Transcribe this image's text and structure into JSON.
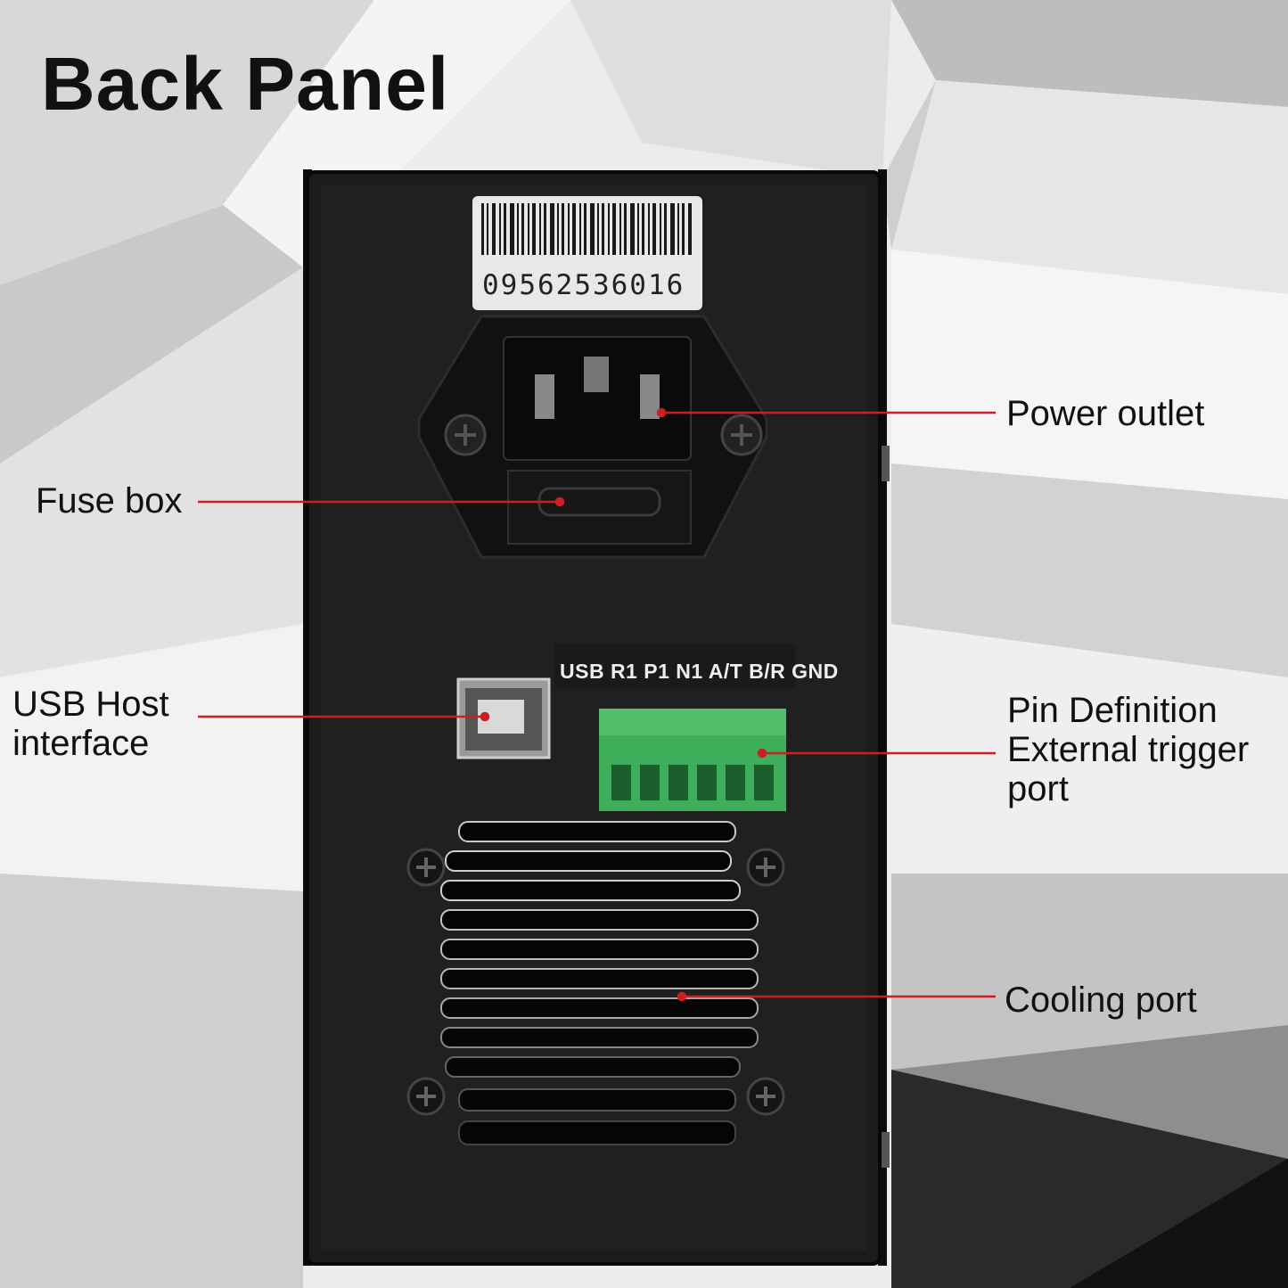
{
  "title": "Back Panel",
  "barcode": {
    "number": "09562536016"
  },
  "pin_header": {
    "labels": "USB R1 P1 N1 A/T B/R GND"
  },
  "callouts": {
    "power_outlet": "Power outlet",
    "fuse_box": "Fuse box",
    "usb_host_line1": "USB Host",
    "usb_host_line2": "interface",
    "pin_def_line1": "Pin Definition",
    "pin_def_line2": "External trigger",
    "pin_def_line3": "port",
    "cooling_port": "Cooling port"
  },
  "colors": {
    "callout_line": "#cc1f24",
    "device_body": "#1a1a1a",
    "terminal_block": "#3fae5a"
  }
}
